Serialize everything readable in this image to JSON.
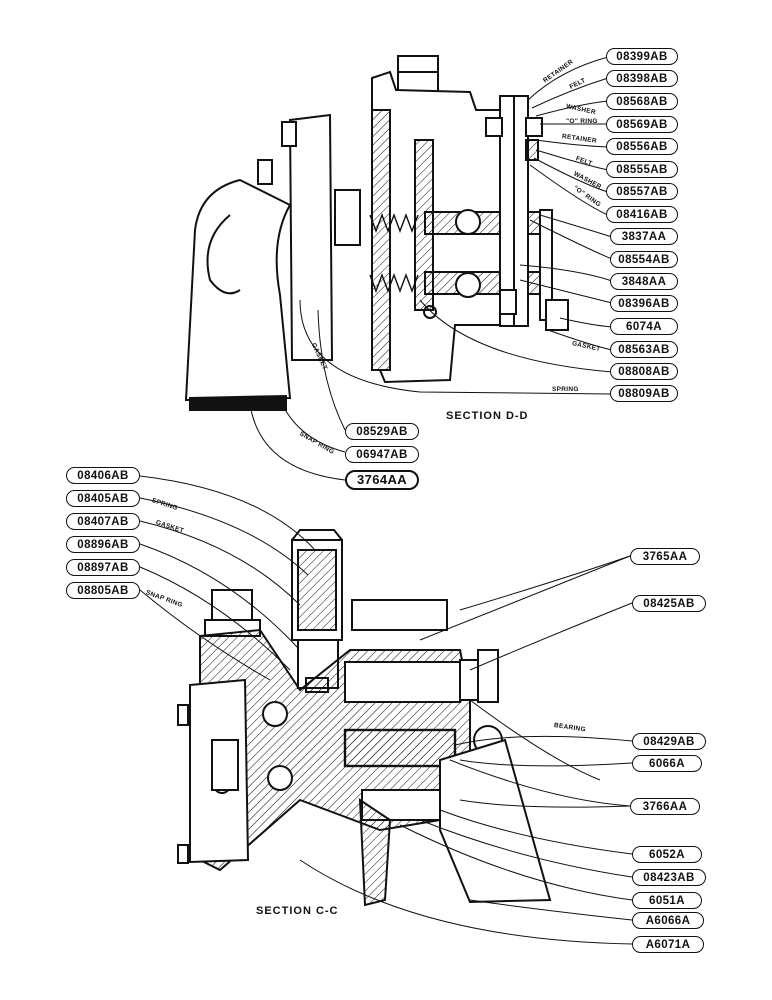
{
  "upper_view": {
    "title": "SECTION D-D",
    "part_labels": [
      "08399AB",
      "08398AB",
      "08568AB",
      "08569AB",
      "08556AB",
      "08555AB",
      "08557AB",
      "08416AB",
      "3837AA",
      "08554AB",
      "3848AA",
      "08396AB",
      "6074A",
      "08563AB",
      "08808AB",
      "08809AB",
      "08529AB",
      "06947AB",
      "3764AA"
    ],
    "callout_words": [
      "RETAINER",
      "FELT",
      "WASHER",
      "\"O\" RING",
      "RETAINER",
      "FELT",
      "WASHER",
      "\"O\" RING",
      "GASKET",
      "SPRING",
      "GASKET",
      "SNAP RING"
    ]
  },
  "lower_view": {
    "title": "SECTION C-C",
    "part_labels": [
      "08406AB",
      "08405AB",
      "08407AB",
      "08896AB",
      "08897AB",
      "08805AB",
      "3765AA",
      "08425AB",
      "08429AB",
      "6066A",
      "3766AA",
      "6052A",
      "08423AB",
      "6051A",
      "A6066A",
      "A6071A"
    ],
    "callout_words": [
      "SPRING",
      "GASKET",
      "SNAP RING",
      "BEARING"
    ]
  }
}
